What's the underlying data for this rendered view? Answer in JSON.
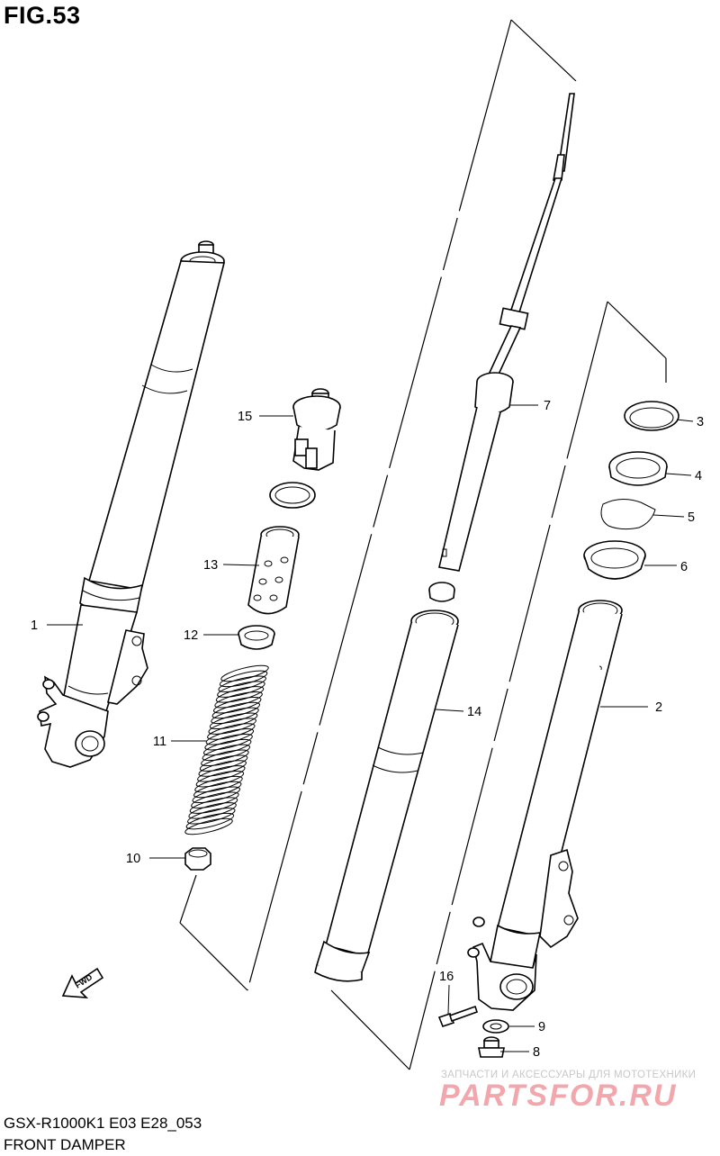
{
  "figure_title": "FIG.53",
  "model_code": "GSX-R1000K1 E03 E28_053",
  "description": "FRONT DAMPER",
  "fwd_label": "FWD",
  "watermark": {
    "tagline": "ЗАПЧАСТИ И АКСЕССУАРЫ ДЛЯ МОТОТЕХНИКИ",
    "logo": "PARTSFOR.RU"
  },
  "callouts": [
    {
      "id": "c1",
      "label": "1"
    },
    {
      "id": "c2",
      "label": "2"
    },
    {
      "id": "c3",
      "label": "3"
    },
    {
      "id": "c4",
      "label": "4"
    },
    {
      "id": "c5",
      "label": "5"
    },
    {
      "id": "c6",
      "label": "6"
    },
    {
      "id": "c7",
      "label": "7"
    },
    {
      "id": "c8",
      "label": "8"
    },
    {
      "id": "c9",
      "label": "9"
    },
    {
      "id": "c10",
      "label": "10"
    },
    {
      "id": "c11",
      "label": "11"
    },
    {
      "id": "c12",
      "label": "12"
    },
    {
      "id": "c13",
      "label": "13"
    },
    {
      "id": "c14",
      "label": "14"
    },
    {
      "id": "c15",
      "label": "15"
    },
    {
      "id": "c16",
      "label": "16"
    }
  ]
}
